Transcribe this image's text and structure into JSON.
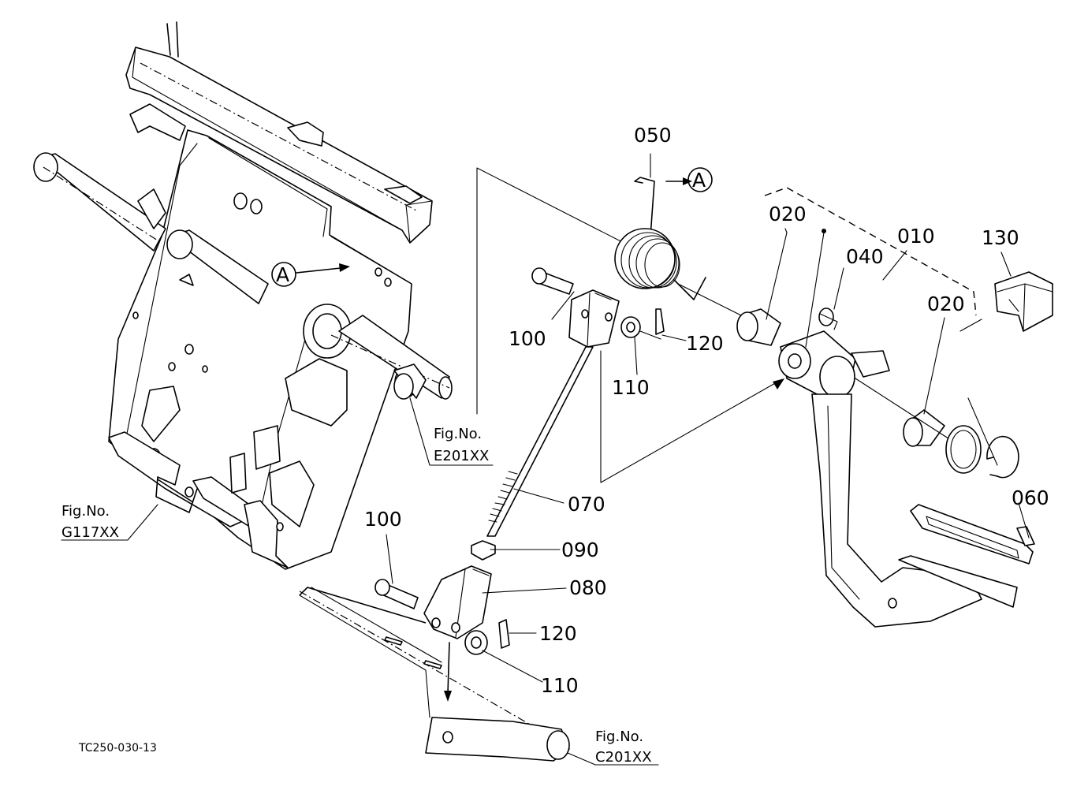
{
  "part_numbers": {
    "p010": "010",
    "p020a": "020",
    "p020b": "020",
    "p040": "040",
    "p050": "050",
    "p060": "060",
    "p070": "070",
    "p080": "080",
    "p090": "090",
    "p100a": "100",
    "p100b": "100",
    "p110a": "110",
    "p110b": "110",
    "p120a": "120",
    "p120b": "120",
    "p130": "130"
  },
  "figure_refs": {
    "e201": {
      "label": "Fig.No.",
      "code": "E201XX"
    },
    "g117": {
      "label": "Fig.No.",
      "code": "G117XX"
    },
    "c201": {
      "label": "Fig.No.",
      "code": "C201XX"
    }
  },
  "markers": {
    "a1": "A",
    "a2": "A"
  },
  "diagram_code": "TC250-030-13"
}
